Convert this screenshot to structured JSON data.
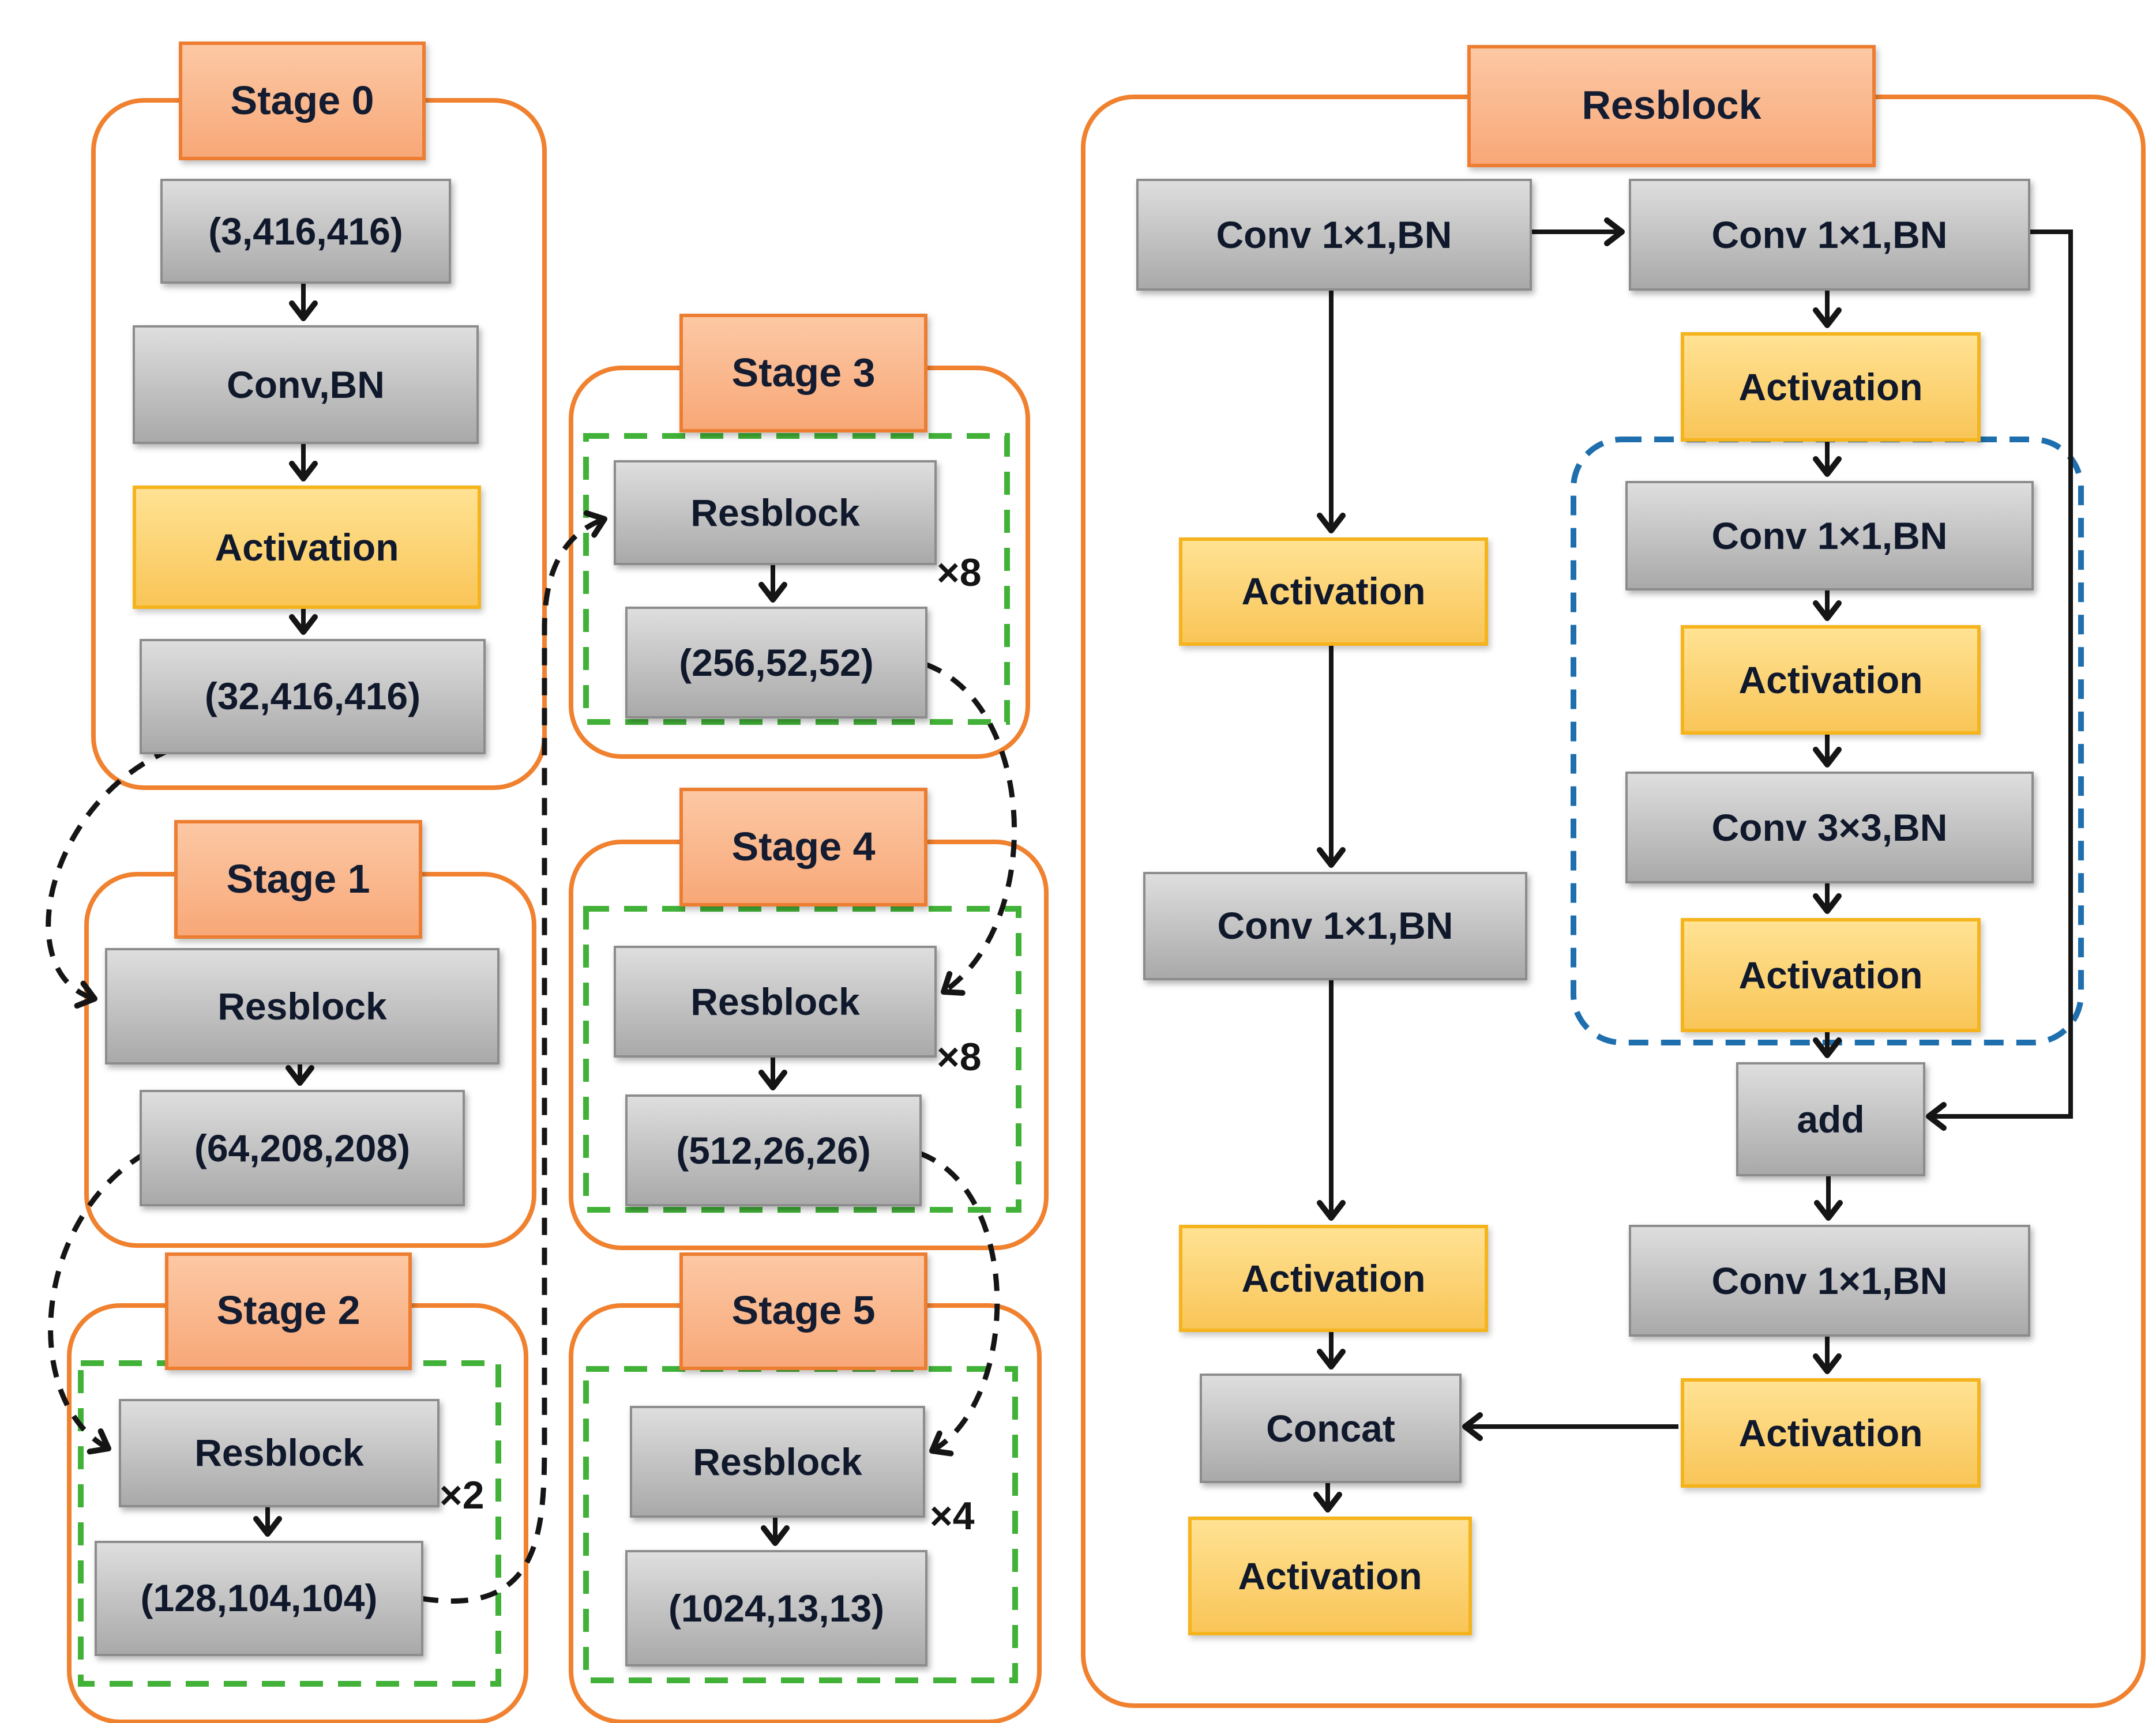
{
  "figure": {
    "stages": [
      {
        "title": "Stage 0",
        "boxes": [
          "(3,416,416)",
          "Conv,BN",
          "Activation",
          "(32,416,416)"
        ]
      },
      {
        "title": "Stage 1",
        "boxes": [
          "Resblock",
          "(64,208,208)"
        ]
      },
      {
        "title": "Stage 2",
        "boxes": [
          "Resblock",
          "(128,104,104)"
        ],
        "repeat": "×2"
      },
      {
        "title": "Stage 3",
        "boxes": [
          "Resblock",
          "(256,52,52)"
        ],
        "repeat": "×8"
      },
      {
        "title": "Stage 4",
        "boxes": [
          "Resblock",
          "(512,26,26)"
        ],
        "repeat": "×8"
      },
      {
        "title": "Stage 5",
        "boxes": [
          "Resblock",
          "(1024,13,13)"
        ],
        "repeat": "×4"
      }
    ],
    "resblock": {
      "title": "Resblock",
      "left_in": "Conv 1×1,BN",
      "left_act1": "Activation",
      "left_conv2": "Conv 1×1,BN",
      "left_act2": "Activation",
      "concat": "Concat",
      "final_act": "Activation",
      "right_in": "Conv 1×1,BN",
      "right_act1": "Activation",
      "inner_conv1": "Conv 1×1,BN",
      "inner_act1": "Activation",
      "inner_conv3": "Conv 3×3,BN",
      "inner_act2": "Activation",
      "add": "add",
      "out_conv": "Conv 1×1,BN",
      "out_act": "Activation"
    },
    "colors": {
      "stage_header_fill": "#f9b488",
      "stage_border": "#ed7d31",
      "container_border": "#f0812f",
      "gray_fill": "#c9c9c9",
      "gray_border": "#8c8c8c",
      "activation_fill": "#fbd264",
      "activation_border": "#f5b31c",
      "green_dashed": "#41b138",
      "blue_dashed": "#1f6fae",
      "connector": "#151515"
    }
  }
}
